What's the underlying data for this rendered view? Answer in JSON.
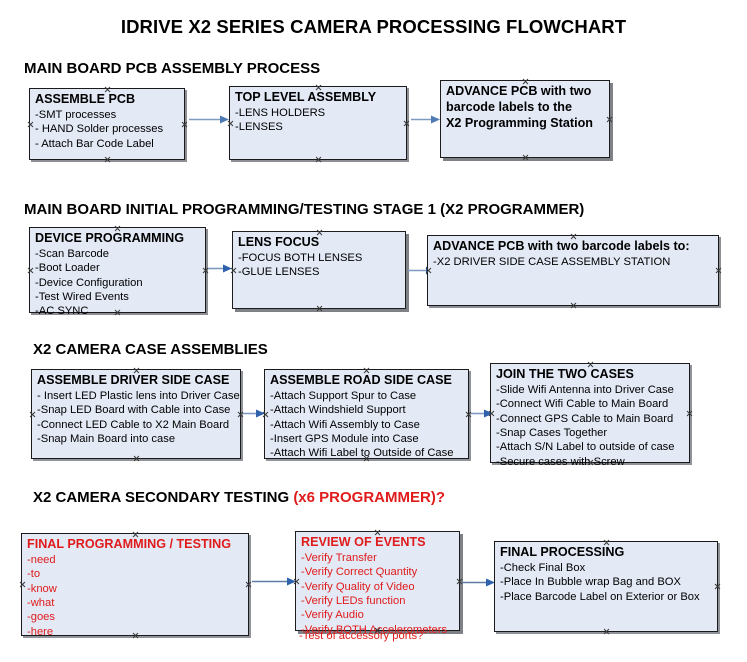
{
  "document": {
    "title": "IDRIVE X2  SERIES CAMERA PROCESSING FLOWCHART"
  },
  "colors": {
    "node_fill": "#e3e9f5",
    "node_border": "#1a1a1a",
    "node_shadow": "#8d8f95",
    "accent_red": "#e01b1b",
    "connector": "#6f8bb0",
    "text": "#000000"
  },
  "sections": [
    {
      "heading": "MAIN BOARD PCB ASSEMBLY PROCESS",
      "heading_accent": "",
      "nodes": [
        {
          "title": "ASSEMBLE PCB",
          "lines": [
            "-SMT processes",
            "- HAND Solder processes",
            "- Attach Bar Code Label"
          ]
        },
        {
          "title": "TOP LEVEL ASSEMBLY",
          "lines": [
            "-LENS HOLDERS",
            "-LENSES"
          ]
        },
        {
          "title": "ADVANCE PCB with two",
          "lines": [
            "barcode labels to the",
            " X2 Programming Station"
          ]
        }
      ]
    },
    {
      "heading": "MAIN BOARD INITIAL PROGRAMMING/TESTING STAGE 1 (X2 PROGRAMMER)",
      "heading_accent": "",
      "nodes": [
        {
          "title": "DEVICE PROGRAMMING",
          "lines": [
            "-Scan Barcode",
            "-Boot Loader",
            "-Device Configuration",
            "-Test Wired Events",
            "-AC SYNC"
          ]
        },
        {
          "title": "LENS FOCUS",
          "lines": [
            "-FOCUS BOTH LENSES",
            "-GLUE LENSES"
          ]
        },
        {
          "title": "ADVANCE PCB with two barcode labels to:",
          "lines": [
            "-X2 DRIVER  SIDE  CASE  ASSEMBLY STATION"
          ]
        }
      ]
    },
    {
      "heading": "X2 CAMERA CASE ASSEMBLIES",
      "heading_accent": "",
      "nodes": [
        {
          "title": "ASSEMBLE DRIVER SIDE CASE",
          "lines": [
            "- Insert LED Plastic lens into Driver Case",
            "-Snap LED Board with Cable into Case",
            "-Connect LED Cable to X2 Main Board",
            "-Snap Main Board into case"
          ]
        },
        {
          "title": "ASSEMBLE ROAD SIDE CASE",
          "lines": [
            "-Attach Support Spur to Case",
            "-Attach Windshield Support",
            "-Attach Wifi Assembly to Case",
            "-Insert GPS Module into Case",
            "-Attach Wifi Label to Outside of Case"
          ]
        },
        {
          "title": "JOIN THE TWO CASES",
          "lines": [
            "-Slide Wifi Antenna into Driver Case",
            "-Connect Wifi Cable to Main Board",
            "-Connect GPS Cable to Main Board",
            "-Snap Cases Together",
            "-Attach S/N Label to outside of case",
            "-Secure cases with Screw"
          ]
        }
      ]
    },
    {
      "heading": "X2 CAMERA SECONDARY TESTING ",
      "heading_accent": "(x6 PROGRAMMER)?",
      "nodes": [
        {
          "title": "FINAL PROGRAMMING / TESTING",
          "lines": [
            "-need",
            "-to",
            "-know",
            "-what",
            "-goes",
            "-here"
          ]
        },
        {
          "title": "REVIEW OF EVENTS",
          "lines": [
            "-Verify Transfer",
            "-Verify Correct Quantity",
            "-Verify Quality of Video",
            "-Verify LEDs function",
            "-Verify Audio",
            "-Verify BOTH Accelerometers"
          ],
          "overflow_line": "-Test of accessory ports?"
        },
        {
          "title": "FINAL PROCESSING",
          "lines": [
            " -Check Final Box",
            "-Place In Bubble wrap Bag and BOX",
            "-Place Barcode Label on Exterior or Box"
          ]
        }
      ]
    }
  ]
}
